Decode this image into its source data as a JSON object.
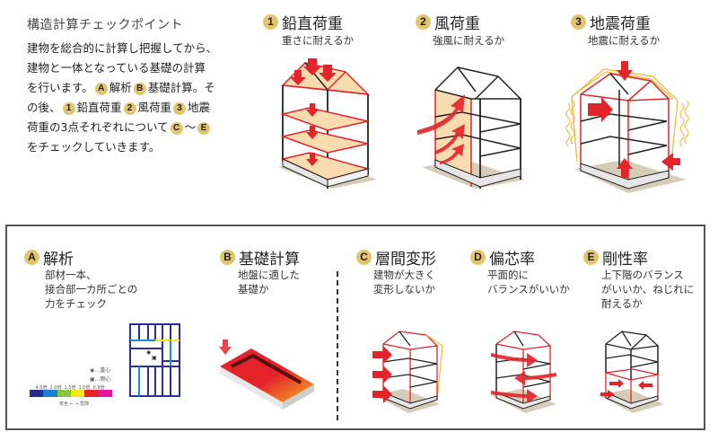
{
  "intro": {
    "title": "構造計算チェックポイント",
    "lines": [
      "建物を総合的に計算し把握してから、",
      "建物と一体となっている基礎の計算",
      "を行います。",
      "解析",
      "基礎計算。そ",
      "の後、",
      "鉛直荷重",
      "風荷重",
      "地震",
      "荷重の3点それぞれについて",
      "〜",
      "をチェックしていきます。"
    ],
    "badges": [
      "A",
      "B",
      "1",
      "2",
      "3",
      "C",
      "E"
    ]
  },
  "loads": [
    {
      "badge": "1",
      "title": "鉛直荷重",
      "subtitle": "重さに耐えるか",
      "icon": "vertical-load-house-icon"
    },
    {
      "badge": "2",
      "title": "風荷重",
      "subtitle": "強風に耐えるか",
      "icon": "wind-load-house-icon"
    },
    {
      "badge": "3",
      "title": "地震荷重",
      "subtitle": "地震に耐えるか",
      "icon": "seismic-load-house-icon"
    }
  ],
  "checks": [
    {
      "badge": "A",
      "title": "解析",
      "subtitle": "部材一本、\n接合部一カ所ごとの\n力をチェック",
      "icon": "structural-plan-icon"
    },
    {
      "badge": "B",
      "title": "基礎計算",
      "subtitle": "地盤に適した\n基礎か",
      "icon": "foundation-icon"
    },
    {
      "badge": "C",
      "title": "層間変形",
      "subtitle": "建物が大きく\n変形しないか",
      "icon": "story-drift-house-icon"
    },
    {
      "badge": "D",
      "title": "偏芯率",
      "subtitle": "平面的に\nバランスがいいか",
      "icon": "eccentricity-house-icon"
    },
    {
      "badge": "E",
      "title": "剛性率",
      "subtitle": "上下階のバランス\nがいいか、ねじれに\n耐えるか",
      "icon": "stiffness-house-icon"
    }
  ],
  "legend": {
    "center_of_gravity": "…重心",
    "center_of_rigidity": "…剛心",
    "scale_ticks": [
      "4.0倍",
      "2.0倍",
      "1.5倍",
      "1.0倍",
      "0.9倍"
    ],
    "scale_colors": [
      "#2a2a8c",
      "#1a7fd0",
      "#8cc43c",
      "#f5ea14",
      "#e8202a",
      "#e0189c"
    ],
    "scale_left": "安全",
    "scale_right": "危険"
  },
  "colors": {
    "badge": "#e2c56e",
    "frame_red": "#e3242b",
    "floor_fill": "#f8dcb0",
    "box_border": "#555555"
  }
}
